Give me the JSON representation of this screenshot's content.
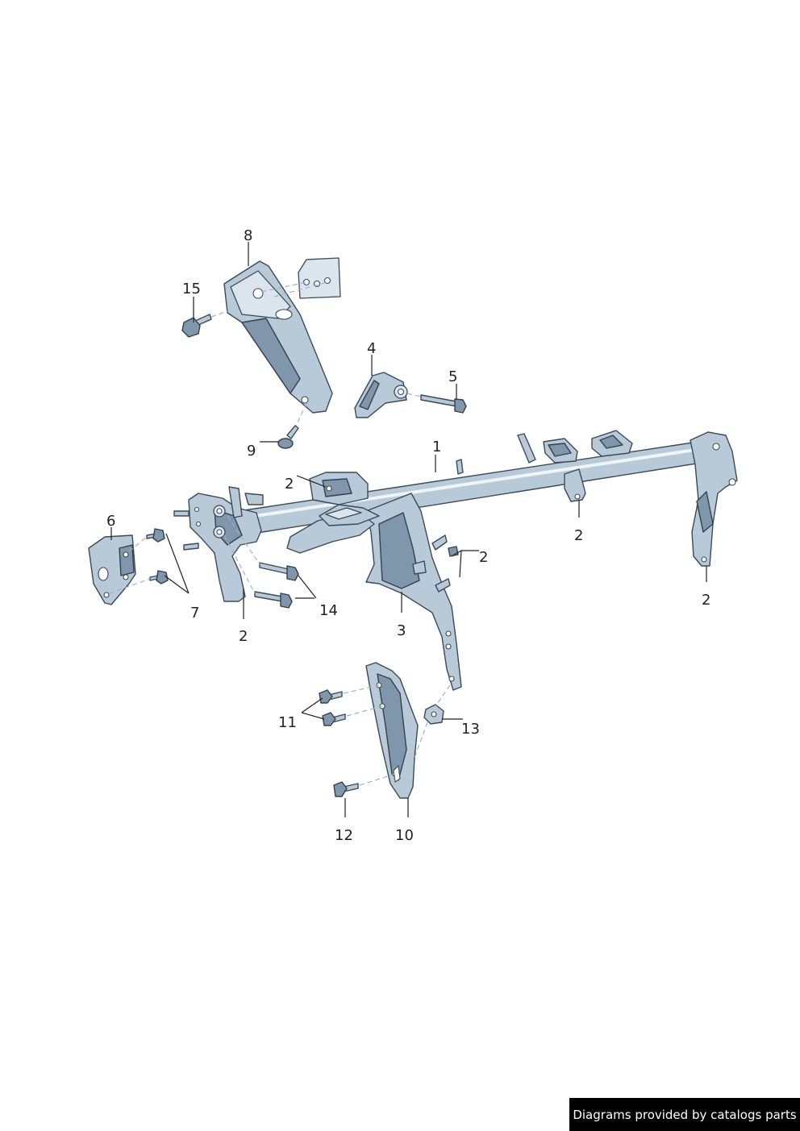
{
  "callouts": {
    "c1": "1",
    "c2a": "2",
    "c2b": "2",
    "c2c": "2",
    "c2d": "2",
    "c2e": "2",
    "c3": "3",
    "c4": "4",
    "c5": "5",
    "c6": "6",
    "c7": "7",
    "c8": "8",
    "c9": "9",
    "c10": "10",
    "c11": "11",
    "c12": "12",
    "c13": "13",
    "c14": "14",
    "c15": "15"
  },
  "credit": "Diagrams provided by catalogs parts",
  "colors": {
    "part_fill": "#b8c9d8",
    "part_shadow": "#7f96ab",
    "outline": "#3a4a5a",
    "credit_bg": "#000000",
    "credit_fg": "#ffffff"
  }
}
